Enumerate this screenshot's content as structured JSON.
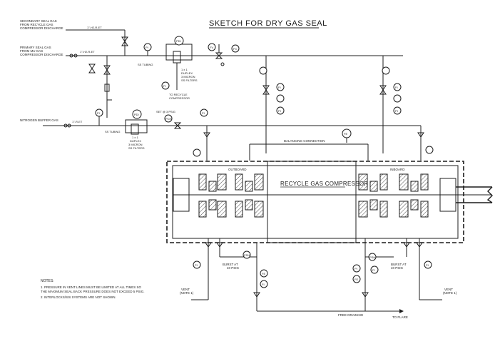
{
  "title": "SKETCH FOR DRY GAS SEAL",
  "sources": {
    "secondary": [
      "SECONDARY SEAL GAS",
      "FROM RECYCLE GAS",
      "COMPRESSOR DISCHARGE"
    ],
    "primary": [
      "PRIMARY SEAL GAS",
      "FROM MU GAS",
      "COMPRESSOR DISCHARGE"
    ],
    "nitrogen": "NITROGEN BUFFER GAS"
  },
  "line_specs": {
    "secondary": "1\"-H2-R-ET",
    "primary": "1\"-H2-R-ET",
    "nitrogen": "1\"-R-ET"
  },
  "labels": {
    "ss_tubing": "SS TUBING",
    "filter_1": [
      "1 x 1",
      "DUPLEX",
      "3 MICRON",
      "SS FILTERS"
    ],
    "filter_2": [
      "1 x 1",
      "DUPLEX",
      "3 MICRON",
      "SS FILTERS"
    ],
    "to_recycle": [
      "TO RECYCLE",
      "COMPRESSOR"
    ],
    "set_psig": "SET @ 3 PSIG",
    "balancing": "BALANCING CONNECTION",
    "outboard": "OUTBOARD",
    "inboard": "INBOARD",
    "compressor": "RECYCLE GAS COMPRESSOR",
    "burst_left": [
      "BURST AT",
      "40 PSIG"
    ],
    "burst_right": [
      "BURST AT",
      "40 PSIG"
    ],
    "free_draining": "FREE DRAINING",
    "to_flare": "TO FLARE",
    "vent_left": [
      "VENT",
      "(NOTE 1)"
    ],
    "vent_right": [
      "VENT",
      "(NOTE 1)"
    ]
  },
  "instruments": {
    "pi": "PI",
    "pdi": "PDI",
    "fi": "FI",
    "fv": "FV",
    "fc": "FC",
    "fe": "FE",
    "pdt": "PDT",
    "psh": "PSH",
    "pch": "PCH",
    "pi2": "PI"
  },
  "notes": {
    "heading": "NOTES:",
    "items": [
      "1. PRESSURE IN VENT LINES MUST BE LIMITED AT ALL TIMES SO",
      "   THE MAXIMUM SEAL BACK PRESSURE DOES NOT EXCEED 5 PSIG.",
      "2. INTERLOCKS/SIS SYSTEMS ARE NOT SHOWN."
    ]
  }
}
